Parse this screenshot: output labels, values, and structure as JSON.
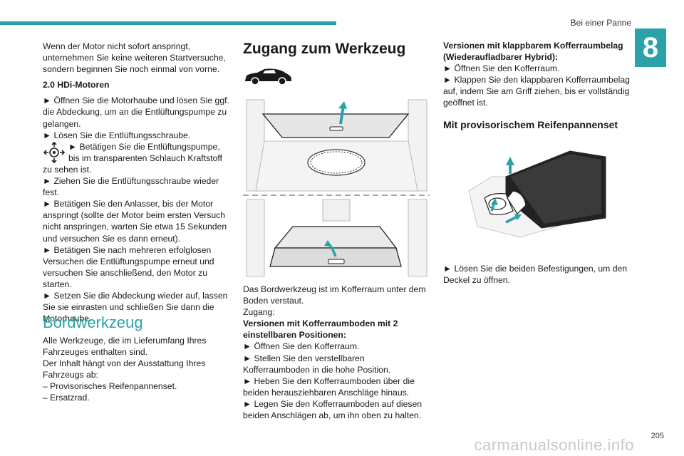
{
  "header": {
    "running_head": "Bei einer Panne",
    "chapter_number": "8",
    "accent_color": "#2aa3a8"
  },
  "col1": {
    "intro": "Wenn der Motor nicht sofort anspringt, unternehmen Sie keine weiteren Startversuche, sondern beginnen Sie noch einmal von vorne.",
    "subheading": "2.0 HDi-Motoren",
    "steps": [
      "Öffnen Sie die Motorhaube und lösen Sie ggf. die Abdeckung, um an die Entlüftungspumpe zu gelangen.",
      "Lösen Sie die Entlüftungsschraube.",
      "Betätigen Sie die Entlüftungspumpe, bis im transparenten Schlauch Kraftstoff zu sehen ist.",
      "Ziehen Sie die Entlüftungsschraube wieder fest.",
      "Betätigen Sie den Anlasser, bis der Motor anspringt (sollte der Motor beim ersten Versuch nicht anspringen, warten Sie etwa 15 Sekunden und versuchen Sie es dann erneut).",
      "Betätigen Sie nach mehreren erfolglosen Versuchen die Entlüftungspumpe erneut und versuchen Sie anschließend, den Motor zu starten.",
      "Setzen Sie die Abdeckung wieder auf, lassen Sie sie einrasten und schließen Sie dann die Motorhaube."
    ],
    "section_title": "Bordwerkzeug",
    "section_lines": [
      "Alle Werkzeuge, die im Lieferumfang Ihres Fahrzeuges enthalten sind.",
      "Der Inhalt hängt von der Ausstattung Ihres Fahrzeugs ab:",
      "– Provisorisches Reifenpannenset.",
      "– Ersatzrad."
    ]
  },
  "col2": {
    "title": "Zugang zum Werkzeug",
    "lines": [
      "Das Bordwerkzeug ist im Kofferraum unter dem Boden verstaut.",
      "Zugang:"
    ],
    "version_heading": "Versionen mit Kofferraumboden mit 2 einstellbaren Positionen:",
    "steps": [
      "Öffnen Sie den Kofferraum.",
      "Stellen Sie den verstellbaren Kofferraumboden in die hohe Position.",
      "Heben Sie den Kofferraumboden über die beiden herausziehbaren Anschläge hinaus.",
      "Legen Sie den Kofferraumboden auf diesen beiden Anschlägen ab, um ihn oben zu halten."
    ]
  },
  "col3": {
    "version_heading": "Versionen mit klappbarem Kofferraumbelag (Wiederaufladbarer Hybrid):",
    "steps": [
      "Öffnen Sie den Kofferraum.",
      "Klappen Sie den klappbaren Kofferraumbelag auf, indem Sie am Griff ziehen, bis er vollständig geöffnet ist."
    ],
    "subheading": "Mit provisorischem Reifenpannenset",
    "steps2": [
      "Lösen Sie die beiden Befestigungen, um den Deckel zu öffnen."
    ]
  },
  "footer": {
    "page_number": "205",
    "watermark": "carmanualsonline.info"
  },
  "bullet": "►"
}
